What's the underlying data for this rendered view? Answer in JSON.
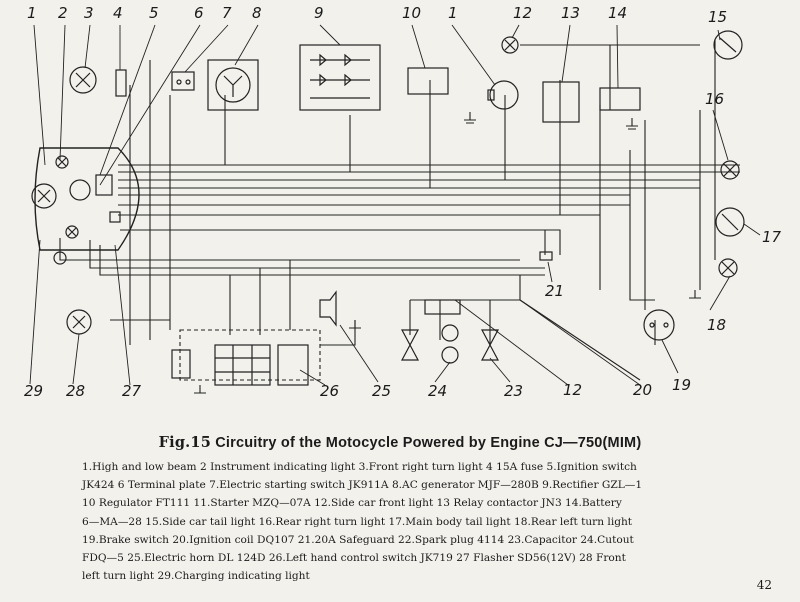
{
  "callouts": [
    "1",
    "2",
    "3",
    "4",
    "5",
    "6",
    "7",
    "8",
    "9",
    "10",
    "1",
    "12",
    "13",
    "14",
    "15",
    "16",
    "17",
    "18",
    "19",
    "20",
    "12",
    "21",
    "23",
    "24",
    "25",
    "26",
    "27",
    "28",
    "29"
  ],
  "figure": {
    "number": "Fig.15",
    "title": "Circuitry of the Motocycle Powered by Engine CJ—750(MIM)"
  },
  "legend_lines": [
    "1.High and low beam    2 Instrument indicating light    3.Front right turn light    4 15A fuse    5.Ignition switch",
    "JK424    6 Terminal plate    7.Electric starting switch JK911A    8.AC generator MJF—280B    9.Rectifier GZL—1",
    "10 Regulator FT111    11.Starter MZQ—07A    12.Side car front light    13 Relay contactor JN3    14.Battery",
    "6—MA—28    15.Side car tail light    16.Rear right turn light    17.Main body tail light    18.Rear left turn light",
    "19.Brake switch    20.Ignition coil DQ107    21.20A Safeguard    22.Spark plug 4114    23.Capacitor    24.Cutout",
    "FDQ—5    25.Electric horn DL 124D    26.Left hand control switch JK719    27 Flasher SD56(12V)    28 Front",
    "left turn light    29.Charging indicating light"
  ],
  "page_number": "42"
}
